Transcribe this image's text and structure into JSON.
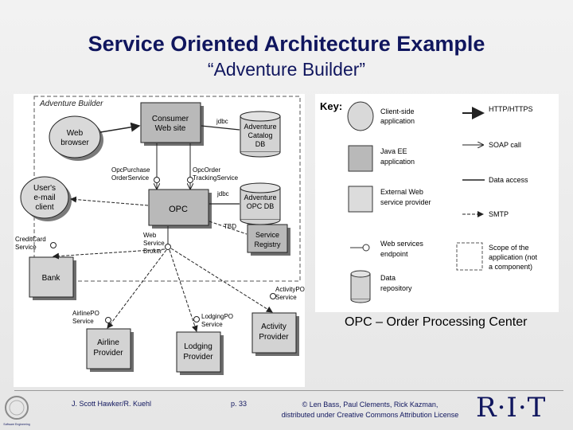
{
  "slide": {
    "title": "Service Oriented Architecture Example",
    "subtitle": "“Adventure Builder”",
    "note": "OPC – Order Processing Center"
  },
  "diagram": {
    "boundary_label": "Adventure Builder",
    "nodes": {
      "web_browser": [
        "Web",
        "browser"
      ],
      "consumer_web_site": [
        "Consumer",
        "Web site"
      ],
      "catalog_db": [
        "Adventure",
        "Catalog",
        "DB"
      ],
      "opc": [
        "OPC"
      ],
      "opc_db": [
        "Adventure",
        "OPC DB"
      ],
      "service_registry": [
        "Service",
        "Registry"
      ],
      "email_client": [
        "User's",
        "e-mail",
        "client"
      ],
      "bank": [
        "Bank"
      ],
      "airline": [
        "Airline",
        "Provider"
      ],
      "lodging": [
        "Lodging",
        "Provider"
      ],
      "activity": [
        "Activity",
        "Provider"
      ]
    },
    "labels": {
      "jdbc_top": "jdbc",
      "jdbc_opc": "jdbc",
      "tbd": "TBD",
      "opc_purchase": [
        "OpcPurchase",
        "OrderService"
      ],
      "opc_order": [
        "OpcOrder",
        "TrackingService"
      ],
      "web_service_broker": [
        "Web",
        "Service",
        "Broker"
      ],
      "credit_card": [
        "CreditCard",
        "Service"
      ],
      "airline_po": [
        "AirlinePO",
        "Service"
      ],
      "lodging_po": [
        "LodgingPO",
        "Service"
      ],
      "activity_po": [
        "ActivityPO",
        "Service"
      ]
    }
  },
  "key": {
    "title": "Key:",
    "items": [
      [
        "Client-side",
        "application"
      ],
      [
        "Java EE",
        "application"
      ],
      [
        "External Web",
        "service provider"
      ],
      [
        "Web services",
        "endpoint"
      ],
      [
        "Data",
        "repository"
      ]
    ],
    "lines": [
      "HTTP/HTTPS",
      "SOAP call",
      "Data access",
      "SMTP"
    ],
    "scope": [
      "Scope of the",
      "application (not",
      "a component)"
    ]
  },
  "footer": {
    "author": "J. Scott Hawker/R. Kuehl",
    "page": "p. 33",
    "credit_1": "© Len Bass, Paul Clements, Rick Kazman,",
    "credit_2": "distributed under Creative Commons Attribution License",
    "logo_text": "R·I·T",
    "seal_text": "Software Engineering"
  }
}
